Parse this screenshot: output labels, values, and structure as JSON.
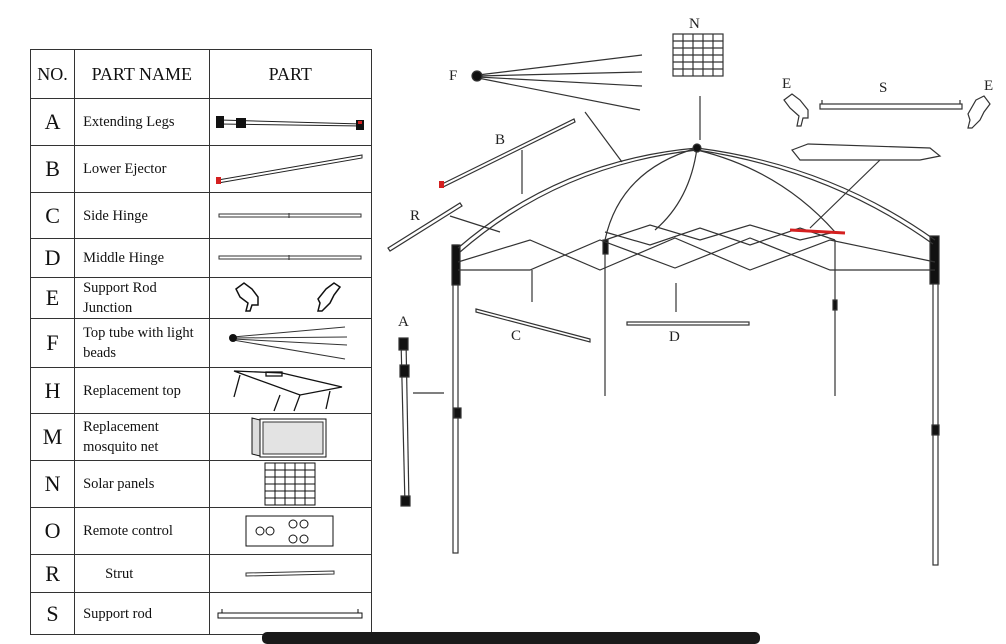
{
  "table": {
    "headers": {
      "no": "NO.",
      "name": "PART NAME",
      "part": "PART"
    },
    "rows": [
      {
        "no": "A",
        "name": "Extending Legs",
        "icon": "extending-legs"
      },
      {
        "no": "B",
        "name": "Lower Ejector",
        "icon": "lower-ejector"
      },
      {
        "no": "C",
        "name": "Side Hinge",
        "icon": "side-hinge"
      },
      {
        "no": "D",
        "name": "Middle Hinge",
        "icon": "middle-hinge"
      },
      {
        "no": "E",
        "name": "Support Rod Junction",
        "icon": "support-rod-junction"
      },
      {
        "no": "F",
        "name": "Top tube with light beads",
        "icon": "top-tube"
      },
      {
        "no": "H",
        "name": "Replacement top",
        "icon": "replacement-top"
      },
      {
        "no": "M",
        "name": "Replacement mosquito net",
        "icon": "mosquito-net"
      },
      {
        "no": "N",
        "name": "Solar panels",
        "icon": "solar-panel"
      },
      {
        "no": "O",
        "name": "Remote control",
        "icon": "remote-control"
      },
      {
        "no": "R",
        "name": "Strut",
        "icon": "strut"
      },
      {
        "no": "S",
        "name": "Support rod",
        "icon": "support-rod"
      }
    ]
  },
  "diagram": {
    "labels": {
      "N": "N",
      "F": "F",
      "E1": "E",
      "S": "S",
      "E2": "E",
      "B": "B",
      "R": "R",
      "A": "A",
      "C": "C",
      "D": "D"
    },
    "accent_color": "#d42020"
  }
}
